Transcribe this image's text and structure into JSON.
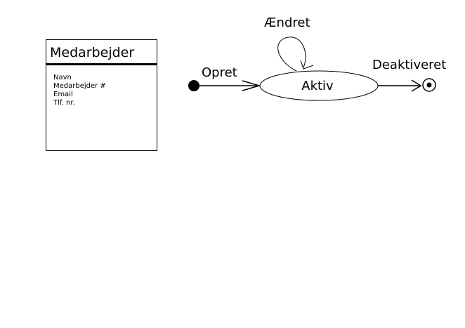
{
  "entity": {
    "title": "Medarbejder",
    "attributes": [
      "Navn",
      "Medarbejder #",
      "Email",
      "Tlf. nr."
    ]
  },
  "state_diagram": {
    "states": [
      {
        "label": "Aktiv"
      }
    ],
    "transitions": {
      "create": "Opret",
      "self_loop": "Ændret",
      "deactivate": "Deaktiveret"
    }
  },
  "colors": {
    "stroke": "#000000",
    "background": "#ffffff"
  }
}
